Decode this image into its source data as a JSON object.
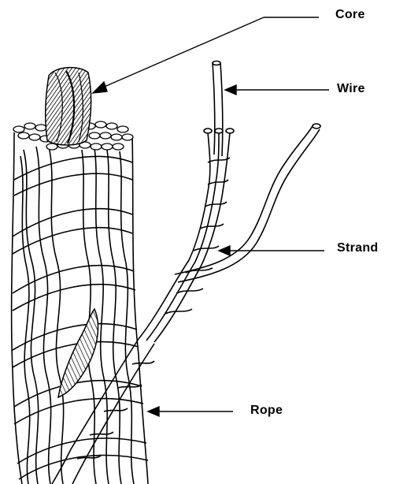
{
  "labels": {
    "core": "Core",
    "wire": "Wire",
    "strand": "Strand",
    "rope": "Rope"
  },
  "colors": {
    "ink": "#000000",
    "background": "#ffffff"
  }
}
